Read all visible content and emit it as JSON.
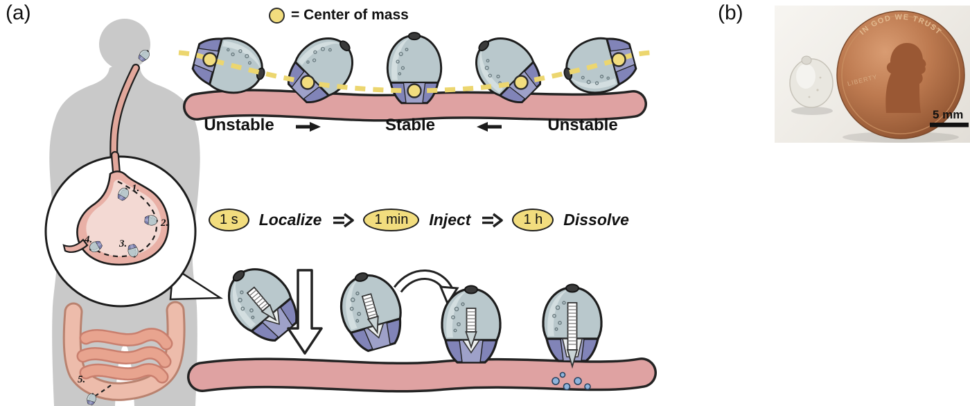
{
  "panel_a": {
    "label": "(a)",
    "legend_text": "= Center of mass",
    "stability_labels": {
      "left": "Unstable",
      "center": "Stable",
      "right": "Unstable"
    },
    "timeline": [
      {
        "time": "1 s",
        "action": "Localize"
      },
      {
        "time": "1 min",
        "action": "Inject"
      },
      {
        "time": "1 h",
        "action": "Dissolve"
      }
    ],
    "gi_positions": [
      "1.",
      "2.",
      "3.",
      "4.",
      "5."
    ]
  },
  "panel_b": {
    "label": "(b)",
    "scale_bar_label": "5 mm",
    "penny_motto": "IN GOD WE TRUST",
    "penny_liberty": "LIBERTY"
  },
  "colors": {
    "center_of_mass_yellow": "#f2dd7e",
    "capsule_shell_gray": "#b9c8cc",
    "capsule_base_purple": "#8184b8",
    "tissue_pink": "#dfa2a2",
    "body_gray": "#c9c9c9",
    "penny_copper": "#b5714a",
    "droplet_blue": "#8fb4dc"
  }
}
